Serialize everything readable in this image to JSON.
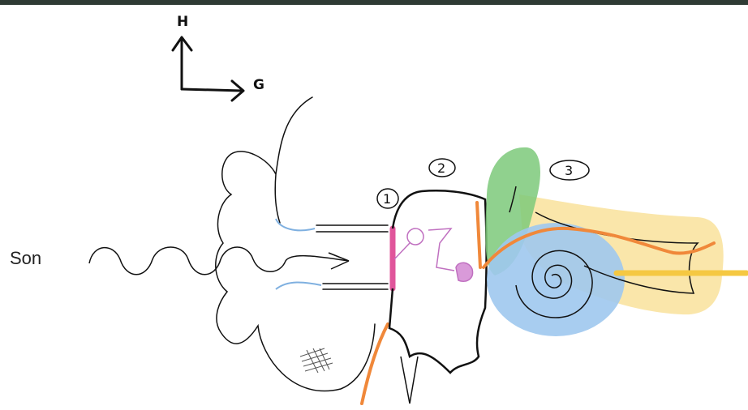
{
  "axes": {
    "up_label": "H",
    "right_label": "G"
  },
  "sound_label": "Son",
  "parts": [
    {
      "id": "outer_ear",
      "number": "1"
    },
    {
      "id": "middle_ear",
      "number": "2"
    },
    {
      "id": "inner_ear",
      "number": "3"
    }
  ],
  "colors": {
    "eardrum": "#e0559b",
    "boundary": "#f0883a",
    "semicircular": "#7cc97a",
    "cochlea": "#9ec8ee",
    "nerve": "#f5c842",
    "ossicles": "#c070c0",
    "canal_lining": "#7fb0e0",
    "frame": "#2f3b34"
  }
}
